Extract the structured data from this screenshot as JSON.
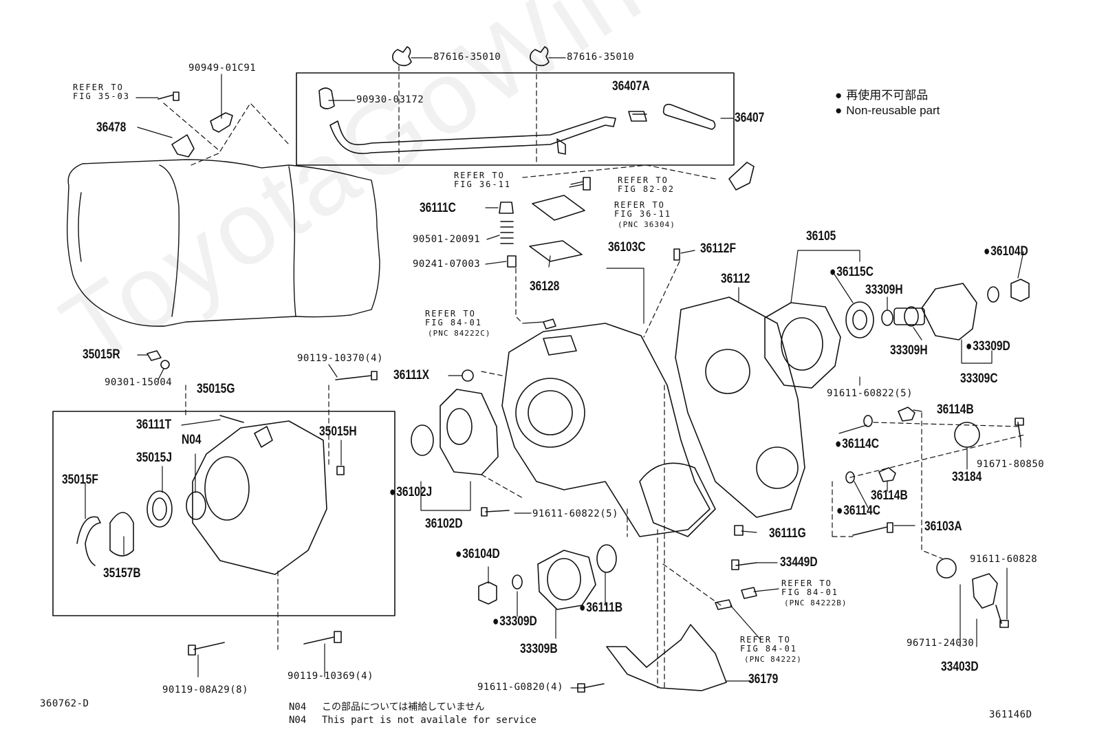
{
  "watermark": "ToyotaGoWine.ru",
  "legend": {
    "jp": "再使用不可部品",
    "en": "Non-reusable part"
  },
  "footer": {
    "left_code": "360762-D",
    "right_code": "361146D",
    "note_code": "N04",
    "note_jp": "この部品については補給していません",
    "note_en": "This part is not availale for service"
  },
  "labels": {
    "p87616a": "87616-35010",
    "p87616b": "87616-35010",
    "p9094901c91": "90949-01C91",
    "ref3503": "REFER TO\nFIG 35-03",
    "p36478": "36478",
    "p9093003172": "90930-03172",
    "p36407a": "36407A",
    "p36407": "36407",
    "ref3611a": "REFER TO\nFIG 36-11",
    "ref8202": "REFER TO\nFIG 82-02",
    "p36111c": "36111C",
    "ref3611b": "REFER TO\nFIG 36-11",
    "pnc36304": "(PNC 36304)",
    "p9050120091": "90501-20091",
    "p9024107003": "90241-07003",
    "p36128": "36128",
    "p36103c": "36103C",
    "p36112f": "36112F",
    "p36105": "36105",
    "p36104d_a": "36104D",
    "p36115c": "36115C",
    "p36112": "36112",
    "p33309h_a": "33309H",
    "p33309h_b": "33309H",
    "p33309d_a": "33309D",
    "p33309c": "33309C",
    "ref8401a": "REFER TO\nFIG 84-01",
    "pnc84222c": "(PNC 84222C)",
    "p35015r": "35015R",
    "p9011910370": "90119-10370(4)",
    "p36111x": "36111X",
    "p9030115004": "90301-15004",
    "p35015g": "35015G",
    "p9161160822a": "91611-60822(5)",
    "p36114b_a": "36114B",
    "p36111t": "36111T",
    "p35015h": "35015H",
    "n04": "N04",
    "p36114c_a": "36114C",
    "p9167180850": "91671-80850",
    "p35015j": "35015J",
    "p33184": "33184",
    "p35015f": "35015F",
    "p36102j": "36102J",
    "p36114b_b": "36114B",
    "p36114c_b": "36114C",
    "p9161160822b": "91611-60822(5)",
    "p36102d": "36102D",
    "p36103a": "36103A",
    "p36111g": "36111G",
    "p35157b": "35157B",
    "p36104d_b": "36104D",
    "p33449d": "33449D",
    "p9161160828": "91611-60828",
    "ref8401b": "REFER TO\nFIG 84-01",
    "pnc84222b": "(PNC 84222B)",
    "p36111b": "36111B",
    "p33309d_b": "33309D",
    "ref8401c": "REFER TO\nFIG 84-01",
    "pnc84222": "(PNC 84222)",
    "p33309b": "33309B",
    "p9671124030": "96711-24030",
    "p33403d": "33403D",
    "p9011908a29": "90119-08A29(8)",
    "p9011910369": "90119-10369(4)",
    "p36179": "36179",
    "p91611g0820": "91611-G0820(4)"
  }
}
